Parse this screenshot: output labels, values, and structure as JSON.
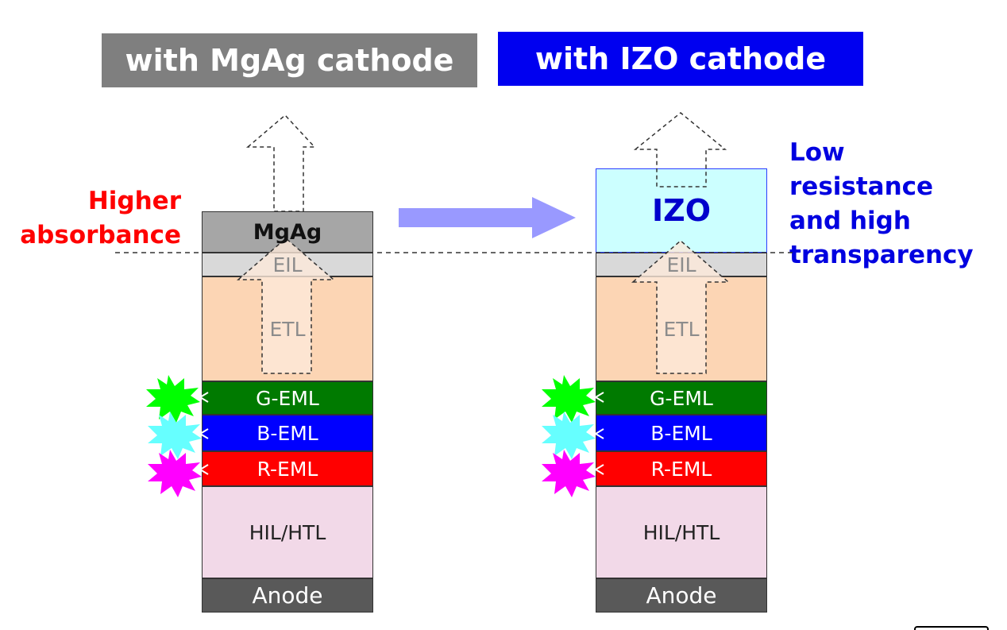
{
  "left": {
    "title": "with MgAg cathode",
    "cathode": "MgAg",
    "side_note": [
      "Higher",
      "absorbance"
    ],
    "layers": {
      "eil": "EIL",
      "etl": "ETL",
      "g_eml": "G-EML",
      "b_eml": "B-EML",
      "r_eml": "R-EML",
      "hil_htl": "HIL/HTL",
      "anode": "Anode"
    }
  },
  "right": {
    "title": "with IZO cathode",
    "cathode": "IZO",
    "side_note": [
      "Low",
      "resistance",
      "and high",
      "transparency"
    ],
    "layers": {
      "eil": "EIL",
      "etl": "ETL",
      "g_eml": "G-EML",
      "b_eml": "B-EML",
      "r_eml": "R-EML",
      "hil_htl": "HIL/HTL",
      "anode": "Anode"
    }
  },
  "colors": {
    "mgag_title_bg": "#7f7f7f",
    "izo_title_bg": "#0000f0",
    "higher_absorbance_text": "#ff0000",
    "izo_note_text": "#0000e0",
    "mgag_layer": "#a6a6a6",
    "izo_layer": "#ccffff",
    "eil_layer": "#d9d9d9",
    "etl_layer": "#fcd5b4",
    "g_eml": "#007a00",
    "b_eml": "#0000ff",
    "r_eml": "#ff0000",
    "hil_htl": "#f2d9e8",
    "anode": "#595959",
    "arrow": "#9999ff",
    "green_burst": "#00ff00",
    "cyan_burst": "#66ffff",
    "magenta_burst": "#ff00ff"
  }
}
